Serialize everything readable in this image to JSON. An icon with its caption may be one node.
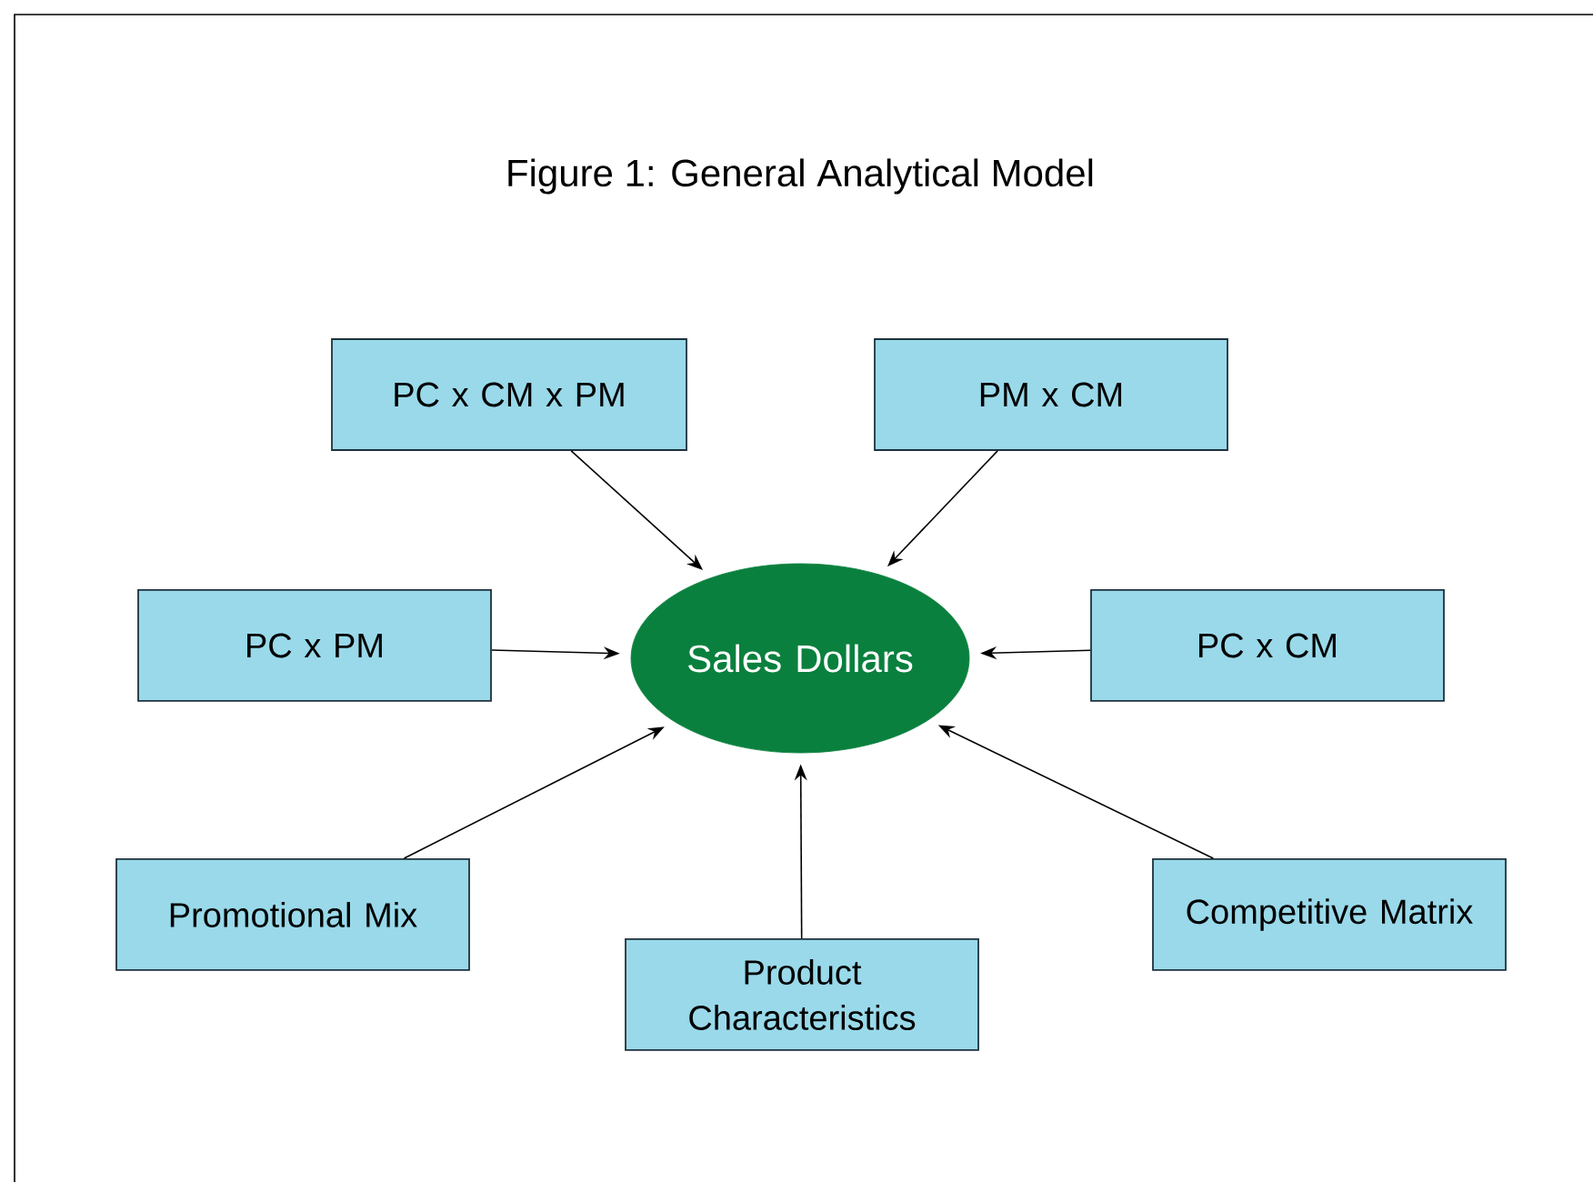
{
  "diagram": {
    "title": "Figure 1: General Analytical Model",
    "nodes": [
      {
        "text": [
          "PC x CM x PM"
        ]
      },
      {
        "text": [
          "PM x CM"
        ]
      },
      {
        "text": [
          "PC x PM"
        ]
      },
      {
        "text": [
          "Sales Dollars"
        ]
      },
      {
        "text": [
          "PC x CM"
        ]
      },
      {
        "text": [
          "Promotional Mix"
        ]
      },
      {
        "text": [
          "Product Characteristics"
        ]
      },
      {
        "text": [
          "Competitive Matrix"
        ]
      }
    ],
    "edges": [
      {
        "from": 0,
        "to": 3,
        "arrow": "to"
      },
      {
        "from": 1,
        "to": 3,
        "arrow": "to"
      },
      {
        "from": 2,
        "to": 3,
        "arrow": "to"
      },
      {
        "from": 4,
        "to": 3,
        "arrow": "to"
      },
      {
        "from": 5,
        "to": 3,
        "arrow": "to"
      },
      {
        "from": 6,
        "to": 3,
        "arrow": "to"
      },
      {
        "from": 7,
        "to": 3,
        "arrow": "to"
      }
    ]
  }
}
